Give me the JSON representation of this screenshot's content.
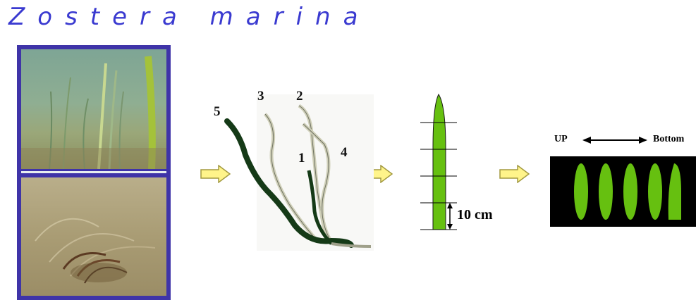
{
  "title": "Zostera marina",
  "plant_numbers": [
    "1",
    "2",
    "3",
    "4",
    "5"
  ],
  "scale_label": "10 cm",
  "direction": {
    "up_label": "UP",
    "bottom_label": "Bottom"
  },
  "colors": {
    "title": "#3a3ad0",
    "photo_frame": "#3f34a8",
    "leaf_green": "#66c010",
    "dark_leaf": "#153a17",
    "arrow_fill": "#fff48a",
    "arrow_stroke": "#a39a40"
  },
  "icons": [
    "right-arrow-icon",
    "double-arrow-icon"
  ]
}
